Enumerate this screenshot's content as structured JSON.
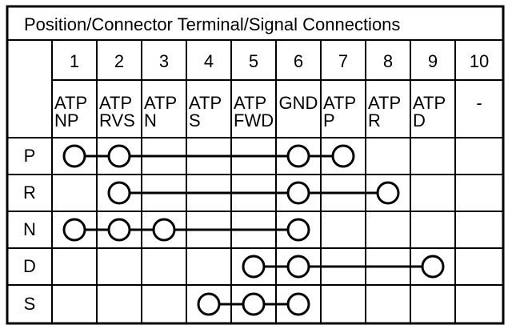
{
  "title": "Position/Connector Terminal/Signal Connections",
  "terminals": [
    "1",
    "2",
    "3",
    "4",
    "5",
    "6",
    "7",
    "8",
    "9",
    "10"
  ],
  "signals": [
    [
      "ATP",
      "NP"
    ],
    [
      "ATP",
      "RVS"
    ],
    [
      "ATP",
      "N"
    ],
    [
      "ATP",
      "S"
    ],
    [
      "ATP",
      "FWD"
    ],
    [
      "GND"
    ],
    [
      "ATP",
      "P"
    ],
    [
      "ATP",
      "R"
    ],
    [
      "ATP",
      "D"
    ],
    [
      "-"
    ]
  ],
  "positions": [
    {
      "label": "P",
      "connected": [
        "1",
        "2",
        "6",
        "7"
      ]
    },
    {
      "label": "R",
      "connected": [
        "2",
        "6",
        "8"
      ]
    },
    {
      "label": "N",
      "connected": [
        "1",
        "2",
        "3",
        "6"
      ]
    },
    {
      "label": "D",
      "connected": [
        "5",
        "6",
        "9"
      ]
    },
    {
      "label": "S",
      "connected": [
        "4",
        "5",
        "6"
      ]
    }
  ]
}
